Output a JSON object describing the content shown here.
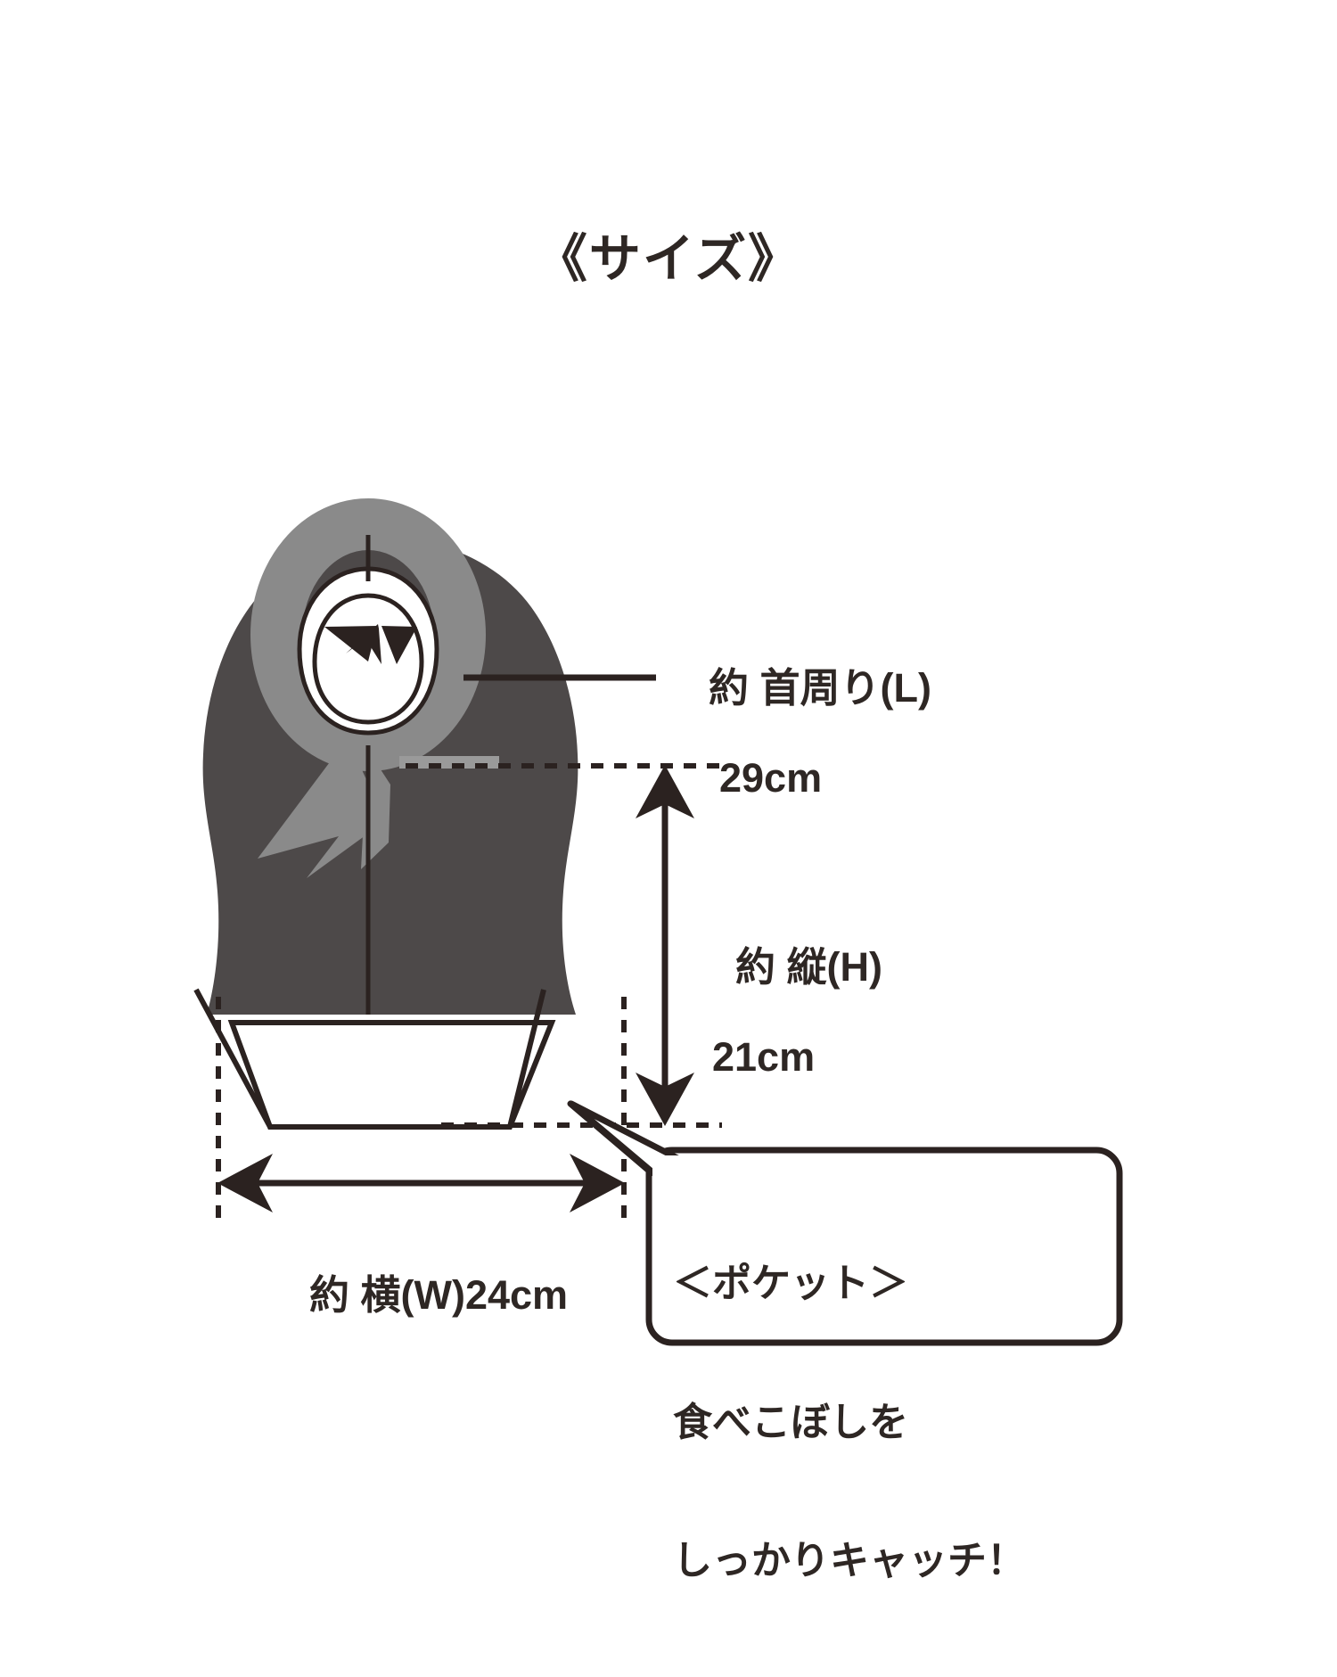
{
  "page": {
    "title": "《サイズ》",
    "background_color": "#ffffff"
  },
  "colors": {
    "bib_body": "#4d4949",
    "collar_ribbon": "#8a8a8a",
    "pocket_fill": "#ffffff",
    "outline": "#2b2220",
    "text": "#2e2724",
    "tab_stripe": "#9a9a9a"
  },
  "diagram": {
    "name": "baby-bib-size-diagram",
    "neck_label": {
      "line1": "約 首周り(L)",
      "line2": "29cm",
      "measurement": "29cm",
      "dimension": "neck circumference"
    },
    "height_label": {
      "line1": "約 縦(H)",
      "line2": "21cm",
      "measurement": "21cm",
      "dimension": "height"
    },
    "width_label": {
      "line1": "約 横(W)24cm",
      "measurement": "24cm",
      "dimension": "width"
    },
    "pocket_callout": {
      "line1": "＜ポケット＞",
      "line2": "食べこぼしを",
      "line3": "しっかりキャッチ！"
    }
  }
}
